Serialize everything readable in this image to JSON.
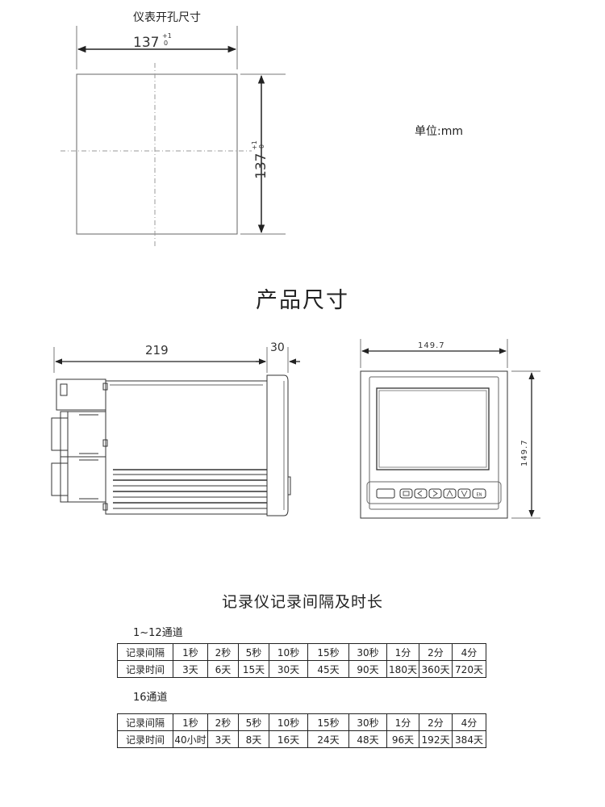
{
  "cutout": {
    "title": "仪表开孔尺寸",
    "width_label": "137",
    "width_tol": "+1",
    "width_tol_low": "0",
    "height_label": "137",
    "height_tol": "+1",
    "height_tol_low": "0"
  },
  "unit_label": "单位:mm",
  "product": {
    "title": "产品尺寸",
    "depth_label": "219",
    "front_label": "30",
    "front_width_label": "149.7",
    "front_height_label": "149.7",
    "button_labels": [
      "EN"
    ]
  },
  "record": {
    "title": "记录仪记录间隔及时长",
    "group1": {
      "label": "1~12通道",
      "row1": [
        "记录间隔",
        "1秒",
        "2秒",
        "5秒",
        "10秒",
        "15秒",
        "30秒",
        "1分",
        "2分",
        "4分"
      ],
      "row2": [
        "记录时间",
        "3天",
        "6天",
        "15天",
        "30天",
        "45天",
        "90天",
        "180天",
        "360天",
        "720天"
      ]
    },
    "group2": {
      "label": "16通道",
      "row1": [
        "记录间隔",
        "1秒",
        "2秒",
        "5秒",
        "10秒",
        "15秒",
        "30秒",
        "1分",
        "2分",
        "4分"
      ],
      "row2": [
        "记录时间",
        "40小时",
        "3天",
        "8天",
        "16天",
        "24天",
        "48天",
        "96天",
        "192天",
        "384天"
      ]
    }
  }
}
